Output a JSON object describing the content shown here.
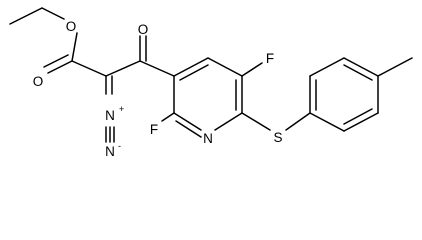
{
  "molecule": {
    "atoms": {
      "O_ester_ether": "O",
      "O_ester_carbonyl": "O",
      "O_ketone": "O",
      "N_diazo_inner": "N",
      "N_diazo_inner_charge": "+",
      "N_diazo_outer": "N",
      "N_diazo_outer_charge": "-",
      "F_top": "F",
      "F_bottom": "F",
      "N_pyridine": "N",
      "S_thioether": "S"
    }
  }
}
